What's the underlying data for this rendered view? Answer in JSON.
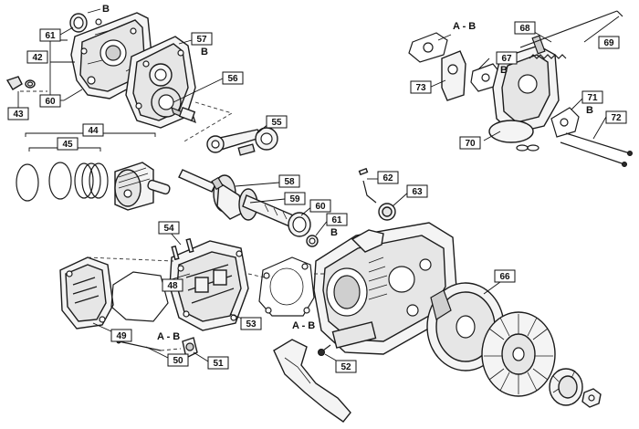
{
  "callouts": {
    "c42": "42",
    "c43": "43",
    "c44": "44",
    "c45": "45",
    "c48": "48",
    "c49": "49",
    "c50": "50",
    "c51": "51",
    "c52": "52",
    "c53": "53",
    "c54": "54",
    "c55": "55",
    "c56": "56",
    "c57": "57",
    "c58": "58",
    "c59": "59",
    "c60a": "60",
    "c60b": "60",
    "c61a": "61",
    "c61b": "61",
    "c62": "62",
    "c63": "63",
    "c66": "66",
    "c67": "67",
    "c68": "68",
    "c69": "69",
    "c70": "70",
    "c71": "71",
    "c72": "72",
    "c73": "73"
  },
  "labels": {
    "b_top_left": "B",
    "b_gear_cover": "B",
    "b_seal_right": "B",
    "b_carb_gasket": "B",
    "b_intake_gasket": "B",
    "ab_top_right": "A - B",
    "ab_head": "A - B",
    "ab_deflector": "A - B"
  }
}
